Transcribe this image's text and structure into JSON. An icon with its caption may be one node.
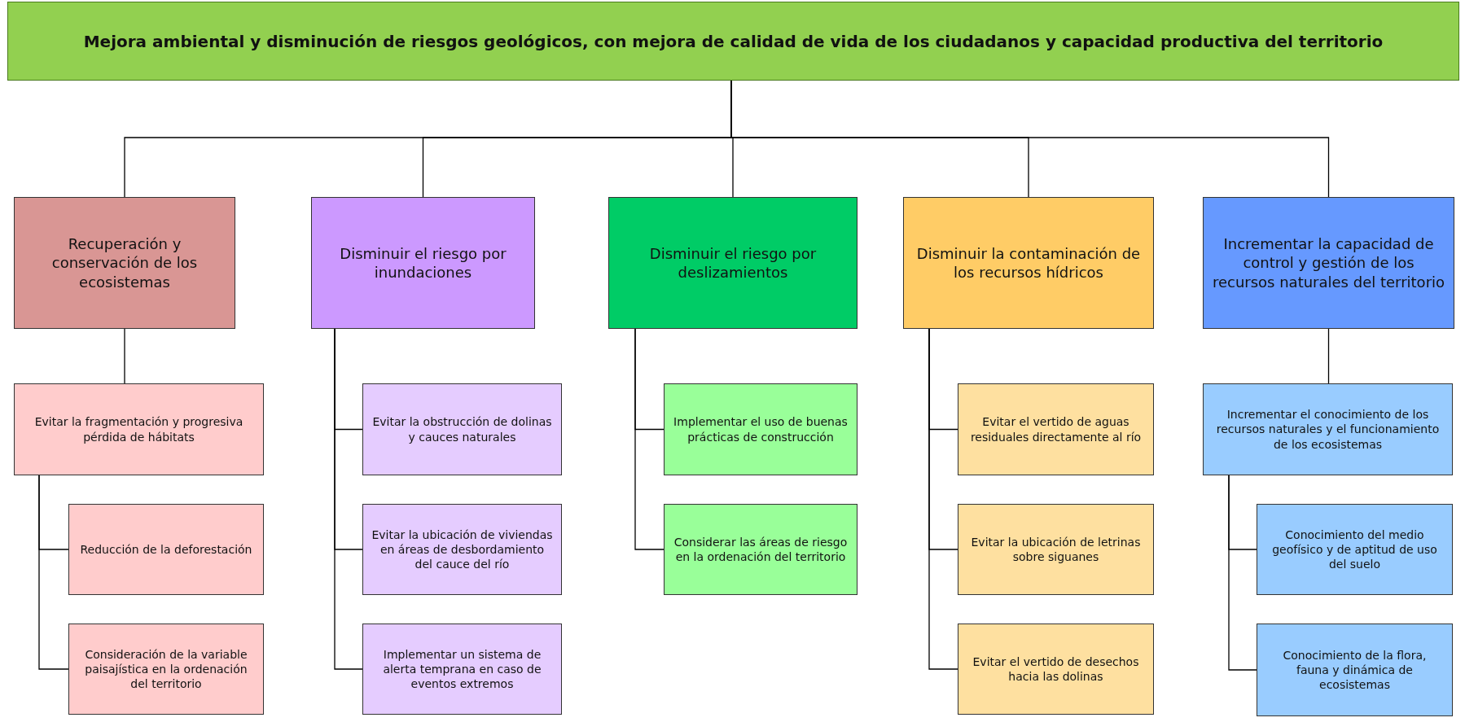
{
  "diagram": {
    "nodes": [
      {
        "text": [
          "Mejora ambiental y disminución de riesgos geológicos, con mejora de calidad de vida de los ciudadanos y capacidad productiva del territorio"
        ]
      },
      {
        "text": [
          "Recuperación y conservación de los ecosistemas"
        ]
      },
      {
        "text": [
          "Disminuir el riesgo por inundaciones"
        ]
      },
      {
        "text": [
          "Disminuir el riesgo por deslizamientos"
        ]
      },
      {
        "text": [
          "Disminuir la contaminación de los recursos hídricos"
        ]
      },
      {
        "text": [
          "Incrementar la capacidad de control y gestión de los recursos naturales del territorio"
        ]
      },
      {
        "text": [
          "Evitar la fragmentación y progresiva pérdida de hábitats"
        ]
      },
      {
        "text": [
          "Reducción de la deforestación"
        ]
      },
      {
        "text": [
          "Consideración de la variable paisajística en la ordenación del territorio"
        ]
      },
      {
        "text": [
          "Evitar la obstrucción de dolinas y cauces naturales"
        ]
      },
      {
        "text": [
          "Evitar la ubicación de viviendas en áreas de desbordamiento del cauce del río"
        ]
      },
      {
        "text": [
          "Implementar un sistema de alerta temprana en caso de eventos extremos"
        ]
      },
      {
        "text": [
          "Implementar el uso de buenas prácticas de construcción"
        ]
      },
      {
        "text": [
          "Considerar las áreas de riesgo en la ordenación del territorio"
        ]
      },
      {
        "text": [
          "Evitar el vertido de aguas residuales directamente al río"
        ]
      },
      {
        "text": [
          "Evitar la ubicación de letrinas sobre siguanes"
        ]
      },
      {
        "text": [
          "Evitar el vertido de desechos hacia las dolinas"
        ]
      },
      {
        "text": [
          "Incrementar el conocimiento de los recursos naturales y el funcionamiento de los ecosistemas"
        ]
      },
      {
        "text": [
          "Conocimiento del medio geofísico y de aptitud de uso del suelo"
        ]
      },
      {
        "text": [
          "Conocimiento de la flora, fauna y dinámica de ecosistemas"
        ]
      }
    ],
    "edges": [
      {
        "from": 0,
        "to": 1,
        "arrow": "none"
      },
      {
        "from": 0,
        "to": 2,
        "arrow": "none"
      },
      {
        "from": 0,
        "to": 3,
        "arrow": "none"
      },
      {
        "from": 0,
        "to": 4,
        "arrow": "none"
      },
      {
        "from": 0,
        "to": 5,
        "arrow": "none"
      },
      {
        "from": 1,
        "to": 6,
        "arrow": "none"
      },
      {
        "from": 6,
        "to": 7,
        "arrow": "none"
      },
      {
        "from": 6,
        "to": 8,
        "arrow": "none"
      },
      {
        "from": 2,
        "to": 9,
        "arrow": "none"
      },
      {
        "from": 2,
        "to": 10,
        "arrow": "none"
      },
      {
        "from": 2,
        "to": 11,
        "arrow": "none"
      },
      {
        "from": 3,
        "to": 12,
        "arrow": "none"
      },
      {
        "from": 3,
        "to": 13,
        "arrow": "none"
      },
      {
        "from": 4,
        "to": 14,
        "arrow": "none"
      },
      {
        "from": 4,
        "to": 15,
        "arrow": "none"
      },
      {
        "from": 4,
        "to": 16,
        "arrow": "none"
      },
      {
        "from": 5,
        "to": 17,
        "arrow": "none"
      },
      {
        "from": 17,
        "to": 18,
        "arrow": "none"
      },
      {
        "from": 17,
        "to": 19,
        "arrow": "none"
      }
    ]
  }
}
